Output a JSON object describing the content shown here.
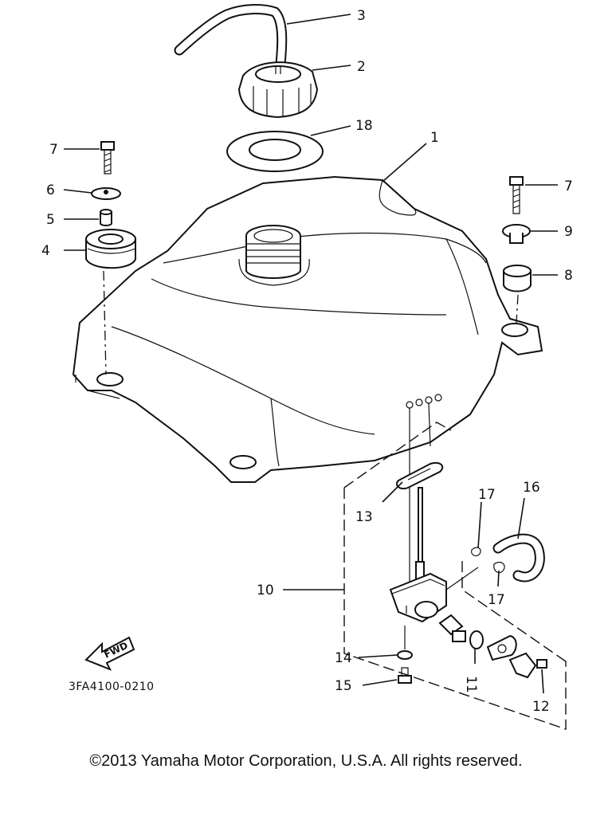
{
  "diagram": {
    "part_labels": {
      "p1": "1",
      "p2": "2",
      "p3": "3",
      "p4": "4",
      "p5": "5",
      "p6": "6",
      "p7_left": "7",
      "p7_right": "7",
      "p8": "8",
      "p9": "9",
      "p10": "10",
      "p11": "11",
      "p12": "12",
      "p13": "13",
      "p14": "14",
      "p15": "15",
      "p16": "16",
      "p17_top": "17",
      "p17_bottom": "17",
      "p18": "18"
    },
    "fwd_label": "FWD",
    "diagram_code": "3FA4100-0210"
  },
  "footer": {
    "copyright": "©2013 Yamaha Motor Corporation, U.S.A. All rights reserved."
  }
}
